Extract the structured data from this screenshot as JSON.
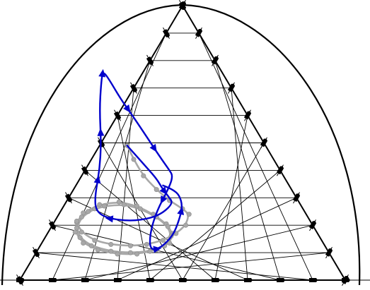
{
  "diagram": {
    "type": "ternary-plot",
    "grid_divisions": 10,
    "colors": {
      "frame": "#000000",
      "grid": "#000000",
      "trajectory_primary": "#0000cc",
      "trajectory_secondary": "#a8a8a8"
    },
    "trajectories": [
      {
        "id": "secondary",
        "color": "#a8a8a8",
        "arrow_fracs": [],
        "markers": true,
        "points": [
          [
            0.33,
            0.49
          ],
          [
            0.35,
            0.44
          ],
          [
            0.38,
            0.38
          ],
          [
            0.42,
            0.33
          ],
          [
            0.46,
            0.29
          ],
          [
            0.5,
            0.26
          ],
          [
            0.52,
            0.24
          ],
          [
            0.51,
            0.2
          ],
          [
            0.48,
            0.17
          ],
          [
            0.44,
            0.145
          ],
          [
            0.39,
            0.13
          ],
          [
            0.34,
            0.125
          ],
          [
            0.28,
            0.13
          ],
          [
            0.23,
            0.145
          ],
          [
            0.19,
            0.175
          ],
          [
            0.175,
            0.21
          ],
          [
            0.195,
            0.245
          ],
          [
            0.245,
            0.275
          ],
          [
            0.305,
            0.285
          ],
          [
            0.36,
            0.27
          ],
          [
            0.41,
            0.24
          ],
          [
            0.45,
            0.205
          ],
          [
            0.47,
            0.17
          ],
          [
            0.46,
            0.135
          ],
          [
            0.42,
            0.11
          ],
          [
            0.36,
            0.095
          ],
          [
            0.3,
            0.095
          ],
          [
            0.24,
            0.11
          ],
          [
            0.195,
            0.135
          ],
          [
            0.17,
            0.175
          ],
          [
            0.175,
            0.215
          ],
          [
            0.21,
            0.25
          ],
          [
            0.26,
            0.27
          ],
          [
            0.32,
            0.275
          ],
          [
            0.37,
            0.26
          ],
          [
            0.42,
            0.23
          ],
          [
            0.455,
            0.195
          ],
          [
            0.465,
            0.16
          ],
          [
            0.445,
            0.125
          ],
          [
            0.4,
            0.105
          ],
          [
            0.34,
            0.1
          ],
          [
            0.28,
            0.105
          ],
          [
            0.22,
            0.125
          ],
          [
            0.185,
            0.155
          ],
          [
            0.175,
            0.19
          ],
          [
            0.19,
            0.23
          ],
          [
            0.23,
            0.26
          ]
        ]
      },
      {
        "id": "primary",
        "color": "#0000cc",
        "arrow_fracs": [
          0.1,
          0.24,
          0.32,
          0.4,
          0.5,
          0.58,
          0.66,
          0.76,
          0.86,
          0.94
        ],
        "markers": false,
        "points": [
          [
            0.33,
            0.49
          ],
          [
            0.36,
            0.45
          ],
          [
            0.39,
            0.41
          ],
          [
            0.42,
            0.37
          ],
          [
            0.44,
            0.33
          ],
          [
            0.46,
            0.3
          ],
          [
            0.47,
            0.28
          ],
          [
            0.44,
            0.245
          ],
          [
            0.4,
            0.225
          ],
          [
            0.34,
            0.215
          ],
          [
            0.27,
            0.225
          ],
          [
            0.235,
            0.25
          ],
          [
            0.23,
            0.3
          ],
          [
            0.245,
            0.4
          ],
          [
            0.25,
            0.5
          ],
          [
            0.245,
            0.62
          ],
          [
            0.25,
            0.72
          ],
          [
            0.255,
            0.76
          ],
          [
            0.27,
            0.74
          ],
          [
            0.31,
            0.66
          ],
          [
            0.34,
            0.61
          ],
          [
            0.38,
            0.54
          ],
          [
            0.43,
            0.45
          ],
          [
            0.46,
            0.4
          ],
          [
            0.47,
            0.38
          ],
          [
            0.46,
            0.34
          ],
          [
            0.42,
            0.25
          ],
          [
            0.4,
            0.17
          ],
          [
            0.4,
            0.11
          ],
          [
            0.43,
            0.115
          ],
          [
            0.47,
            0.16
          ],
          [
            0.49,
            0.22
          ],
          [
            0.5,
            0.27
          ],
          [
            0.49,
            0.31
          ],
          [
            0.47,
            0.33
          ],
          [
            0.44,
            0.345
          ]
        ]
      }
    ]
  }
}
